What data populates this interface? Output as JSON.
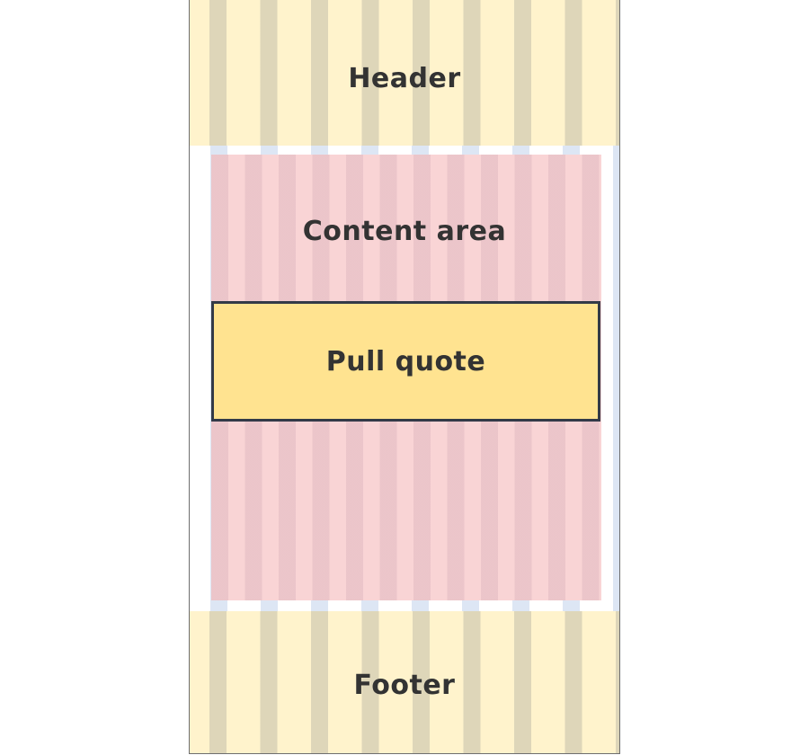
{
  "layout_diagram": {
    "header": {
      "label": "Header"
    },
    "content_area": {
      "label": "Content area"
    },
    "pull_quote": {
      "label": "Pull quote"
    },
    "footer": {
      "label": "Footer"
    }
  },
  "colors": {
    "band_yellow": "#fff3cc",
    "content_pink": "#f9d4d5",
    "pull_quote_fill": "#ffe390",
    "pull_quote_border": "#333a48",
    "text": "#333333"
  }
}
